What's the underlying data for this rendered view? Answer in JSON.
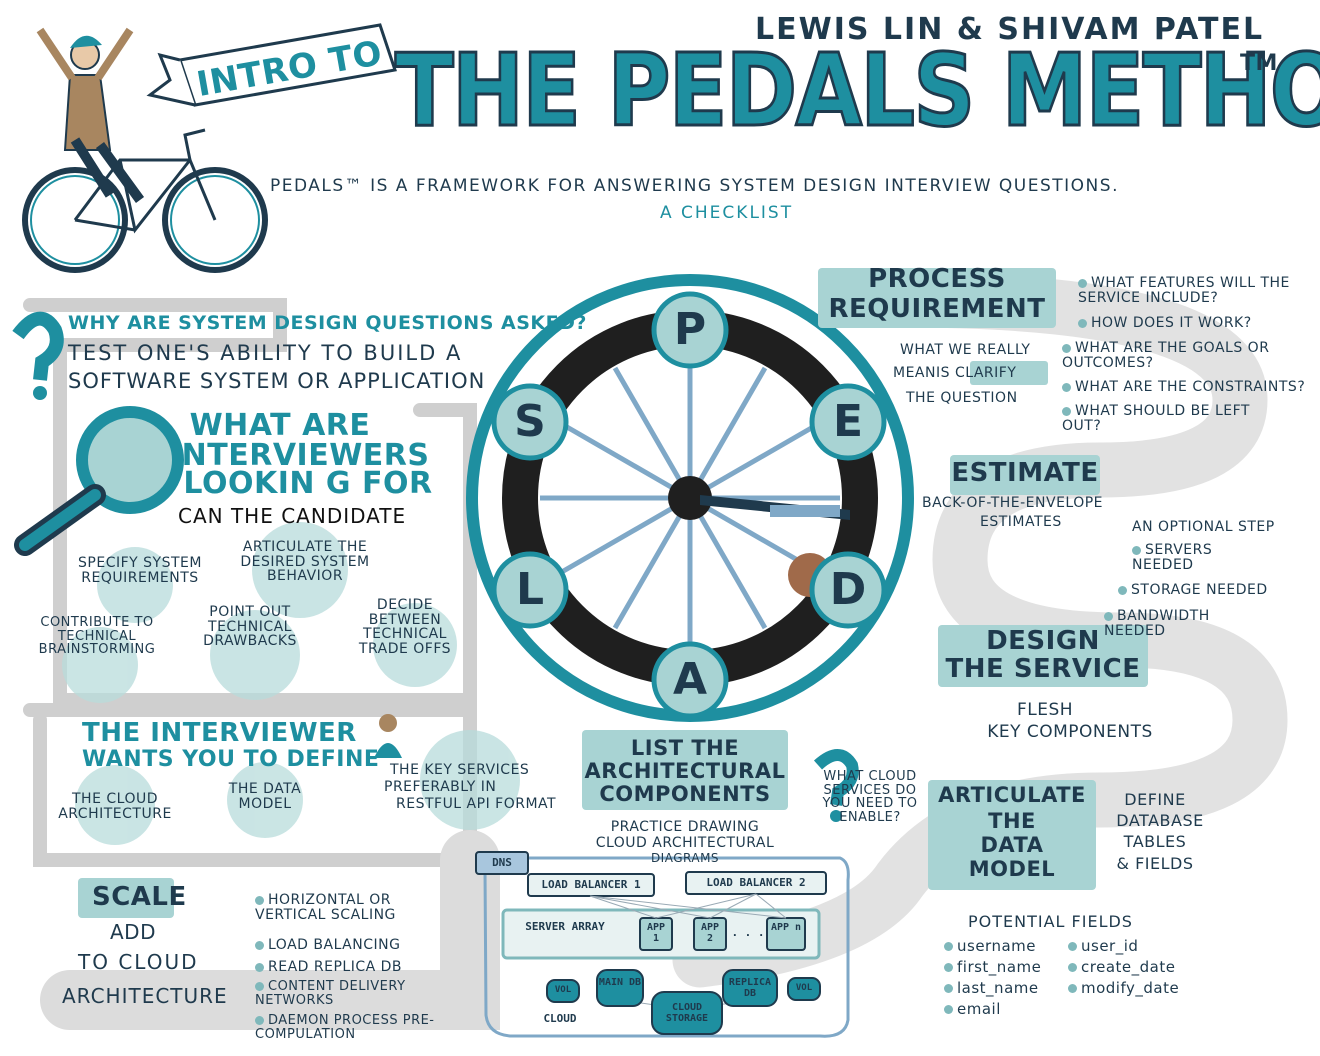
{
  "header": {
    "authors": "LEWIS LIN & SHIVAM PATEL",
    "intro": "INTRO TO",
    "title": "THE PEDALS METHOD",
    "tm": "TM",
    "subtitle": "PEDALS™ IS A FRAMEWORK FOR ANSWERING SYSTEM DESIGN INTERVIEW QUESTIONS.",
    "checklist": "A CHECKLIST"
  },
  "why": {
    "question": "WHY ARE SYSTEM DESIGN QUESTIONS ASKED?",
    "line1": "TEST ONE'S ABILITY TO BUILD A",
    "line2": "SOFTWARE SYSTEM OR APPLICATION"
  },
  "looking": {
    "heading1": "WHAT ARE",
    "heading2": "INTERVIEWERS",
    "heading3": "LOOKIN G FOR",
    "sub": "CAN THE CANDIDATE",
    "items": [
      "SPECIFY SYSTEM REQUIREMENTS",
      "ARTICULATE THE DESIRED SYSTEM BEHAVIOR",
      "CONTRIBUTE TO TECHNICAL BRAINSTORMING",
      "POINT OUT TECHNICAL DRAWBACKS",
      "DECIDE BETWEEN TECHNICAL TRADE OFFS"
    ]
  },
  "define": {
    "heading1": "THE INTERVIEWER",
    "heading2": "WANTS YOU TO DEFINE",
    "items": [
      "THE CLOUD ARCHITECTURE",
      "THE DATA MODEL"
    ],
    "key_services1": "THE KEY SERVICES",
    "key_services2": "PREFERABLY IN",
    "key_services3": "RESTFUL API FORMAT"
  },
  "scale": {
    "title": "SCALE",
    "desc1": "ADD",
    "desc2": "TO CLOUD",
    "desc3": "ARCHITECTURE",
    "items": [
      "HORIZONTAL OR VERTICAL SCALING",
      "LOAD BALANCING",
      "READ REPLICA DB",
      "CONTENT DELIVERY NETWORKS",
      "DAEMON PROCESS PRE-COMPULATION"
    ]
  },
  "wheel": {
    "letters": [
      "P",
      "E",
      "D",
      "A",
      "L",
      "S"
    ]
  },
  "process": {
    "title1": "PROCESS",
    "title2": "REQUIREMENT",
    "meaning1": "WHAT WE REALLY",
    "meaning2": "MEANIS CLARIFY",
    "meaning3": "THE QUESTION",
    "questions": [
      "WHAT FEATURES WILL THE SERVICE INCLUDE?",
      "HOW DOES IT WORK?",
      "WHAT ARE THE GOALS OR OUTCOMES?",
      "WHAT ARE THE CONSTRAINTS?",
      "WHAT SHOULD BE LEFT OUT?"
    ]
  },
  "estimate": {
    "title": "ESTIMATE",
    "desc1": "BACK-OF-THE-ENVELOPE",
    "desc2": "ESTIMATES",
    "optional": "AN OPTIONAL STEP",
    "items": [
      "SERVERS NEEDED",
      "STORAGE NEEDED",
      "BANDWIDTH NEEDED"
    ]
  },
  "design": {
    "title1": "DESIGN",
    "title2": "THE SERVICE",
    "desc1": "FLESH",
    "desc2": "KEY COMPONENTS"
  },
  "list": {
    "title1": "LIST THE",
    "title2": "ARCHITECTURAL",
    "title3": "COMPONENTS",
    "practice1": "PRACTICE DRAWING",
    "practice2": "CLOUD ARCHITECTURAL",
    "practice3": "DIAGRAMS",
    "cloud_q": "WHAT CLOUD SERVICES DO YOU NEED TO ENABLE?"
  },
  "diagram": {
    "dns": "DNS",
    "lb1": "LOAD BALANCER 1",
    "lb2": "LOAD BALANCER 2",
    "server_array": "SERVER ARRAY",
    "app1": "APP 1",
    "app2": "APP 2",
    "dots": ". . .",
    "appn": "APP n",
    "vol1": "VOL",
    "main_db": "MAIN DB",
    "replica_db": "REPLICA DB",
    "vol2": "VOL",
    "cloud": "CLOUD",
    "cloud_storage": "CLOUD STORAGE"
  },
  "data_model": {
    "title1": "ARTICULATE",
    "title2": "THE",
    "title3": "DATA",
    "title4": "MODEL",
    "define1": "DEFINE",
    "define2": "DATABASE",
    "define3": "TABLES",
    "define4": "& FIELDS",
    "potential": "POTENTIAL FIELDS",
    "fields_left": [
      "username",
      "first_name",
      "last_name",
      "email"
    ],
    "fields_right": [
      "user_id",
      "create_date",
      "modify_date"
    ]
  },
  "colors": {
    "teal": "#1e8fa0",
    "light_teal": "#a8d3d3",
    "dark": "#1f3a4d",
    "gray": "#cccccc"
  }
}
